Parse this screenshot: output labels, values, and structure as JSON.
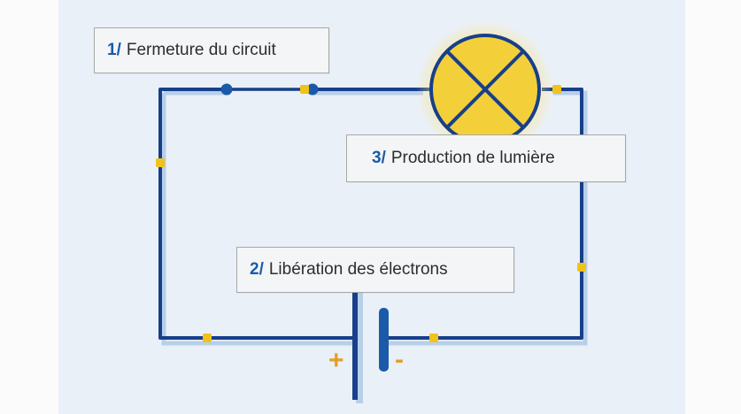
{
  "labels": {
    "closing": {
      "number": "1/",
      "text": "Fermeture du circuit"
    },
    "release": {
      "number": "2/",
      "text": "Libération des électrons"
    },
    "light": {
      "number": "3/",
      "text": "Production de lumière"
    }
  },
  "battery": {
    "plus": "+",
    "minus": "-"
  },
  "colors": {
    "wire": "#173f8a",
    "wire_shadow": "#b8cfe8",
    "electron": "#f1c21a",
    "lamp_fill": "#f3cf3a",
    "lamp_glow": "#fbe37a",
    "sign": "#e2a02a",
    "number": "#1b5aa8"
  },
  "icons": {
    "lamp": "lamp-icon",
    "battery": "battery-icon",
    "switch": "switch-icon"
  }
}
